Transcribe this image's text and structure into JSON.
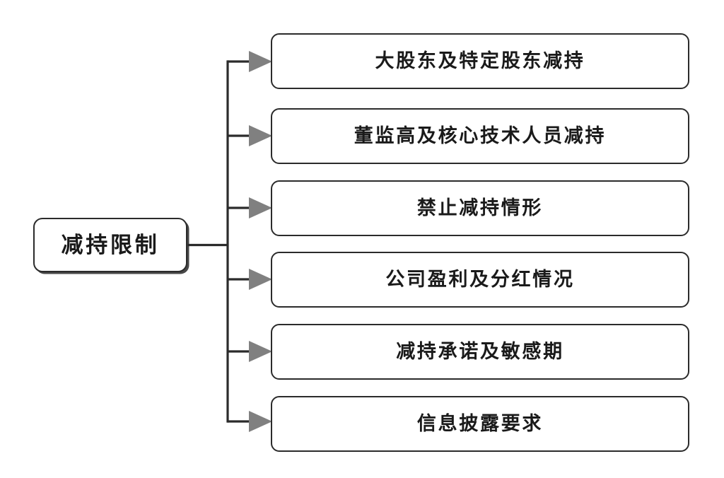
{
  "diagram": {
    "title": "减持限制",
    "type": "mind-map-tree",
    "orientation": "left-to-right",
    "background_color": "#ffffff",
    "line_color": "#2b2b2b",
    "arrow_color": "#808080",
    "box_border_color": "#2b2b2b",
    "text_color": "#1a1a1a",
    "root": {
      "label": "减持限制"
    },
    "branches": [
      {
        "label": "大股东及特定股东减持"
      },
      {
        "label": "董监高及核心技术人员减持"
      },
      {
        "label": "禁止减持情形"
      },
      {
        "label": "公司盈利及分红情况"
      },
      {
        "label": "减持承诺及敏感期"
      },
      {
        "label": "信息披露要求"
      }
    ]
  }
}
